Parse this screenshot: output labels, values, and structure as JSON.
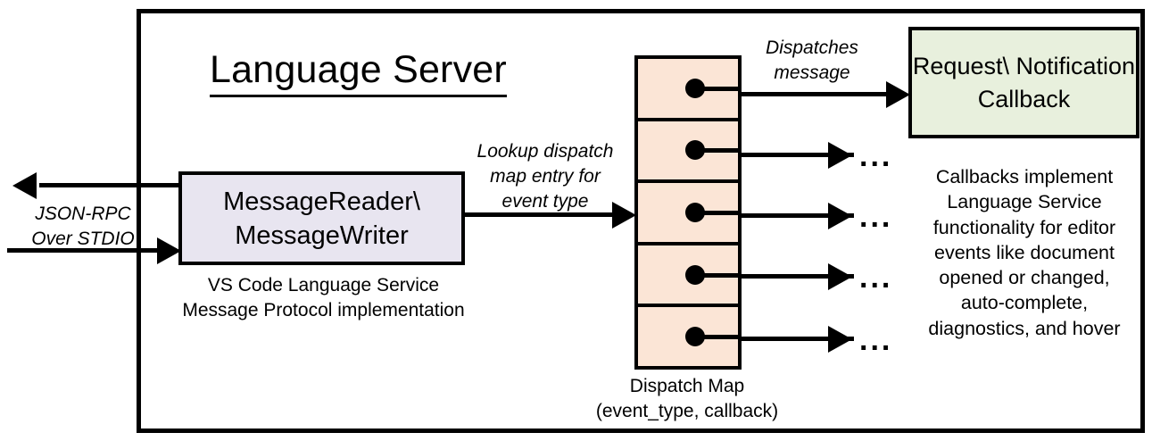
{
  "diagram": {
    "title": "Language Server",
    "outer_boundary_label": "Language Server"
  },
  "message_io": {
    "box_label": "MessageReader\\\nMessageWriter",
    "caption": "VS Code Language Service\nMessage Protocol implementation",
    "transport_label": "JSON-RPC\nOver STDIO",
    "outbound_arrow": "arrow-left-out",
    "inbound_arrow": "arrow-right-in"
  },
  "lookup_edge": {
    "label": "Lookup dispatch\nmap entry for\nevent type"
  },
  "dispatch_map": {
    "caption": "Dispatch Map\n(event_type, callback)",
    "cell_count": 5,
    "entries": [
      {
        "index": 1,
        "target": "Request\\Notification Callback",
        "edge_label": "Dispatches\nmessage",
        "continuation": ""
      },
      {
        "index": 2,
        "target": "",
        "edge_label": "",
        "continuation": "..."
      },
      {
        "index": 3,
        "target": "",
        "edge_label": "",
        "continuation": "..."
      },
      {
        "index": 4,
        "target": "",
        "edge_label": "",
        "continuation": "..."
      },
      {
        "index": 5,
        "target": "",
        "edge_label": "",
        "continuation": "..."
      }
    ]
  },
  "callback": {
    "box_label": "Request\\\nNotification\nCallback",
    "description": "Callbacks implement\nLanguage Service\nfunctionality for editor\nevents like document\nopened or changed,\nauto-complete,\ndiagnostics, and hover"
  },
  "colors": {
    "stroke": "#000000",
    "background": "#ffffff",
    "reader_fill": "#e8e5f0",
    "dispatch_fill": "#fbe5d6",
    "callback_fill": "#e8f0dd"
  }
}
